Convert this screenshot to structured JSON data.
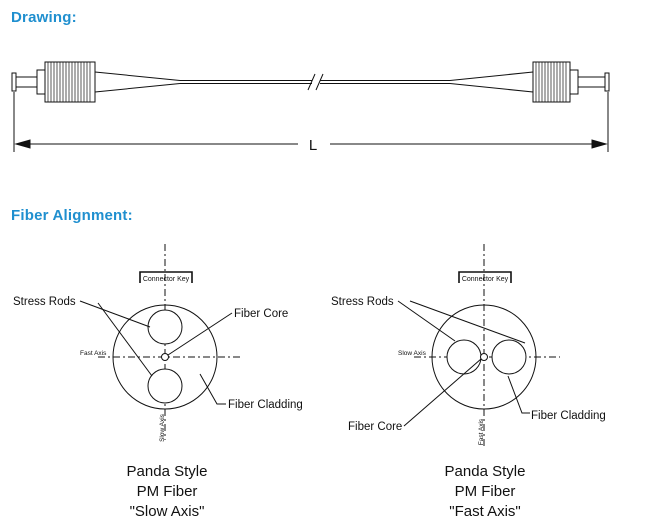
{
  "headings": {
    "drawing": "Drawing:",
    "alignment": "Fiber Alignment:"
  },
  "cable": {
    "length_label": "L"
  },
  "panels": [
    {
      "connector_key": "Connector Key",
      "stress_rods": "Stress Rods",
      "fiber_core": "Fiber Core",
      "fiber_cladding": "Fiber Cladding",
      "horizontal_axis": "Fast Axis",
      "vertical_axis": "Slow Axis",
      "caption": [
        "Panda Style",
        "PM Fiber",
        "\"Slow Axis\""
      ]
    },
    {
      "connector_key": "Connector Key",
      "stress_rods": "Stress Rods",
      "fiber_core": "Fiber Core",
      "fiber_cladding": "Fiber Cladding",
      "horizontal_axis": "Slow Axis",
      "vertical_axis": "Fast Axis",
      "caption": [
        "Panda Style",
        "PM Fiber",
        "\"Fast Axis\""
      ]
    }
  ],
  "colors": {
    "heading": "#1f8fcf",
    "line": "#111111"
  }
}
